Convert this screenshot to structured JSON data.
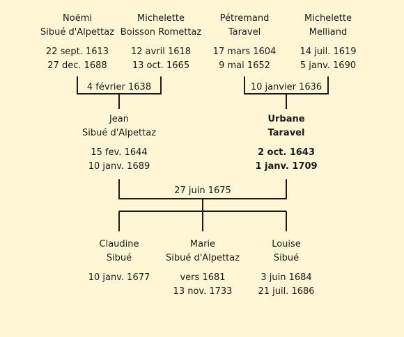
{
  "theme": {
    "background": "#fff6d6",
    "line": "#1a1a1a",
    "text": "#1a1a1a"
  },
  "people": {
    "noemi": {
      "first": "Noëmi",
      "last": "Sibué d'Alpettaz",
      "birth": "22 sept. 1613",
      "death": "27 dec. 1688"
    },
    "michelette_b": {
      "first": "Michelette",
      "last": "Boisson Romettaz",
      "birth": "12 avril 1618",
      "death": "13 oct. 1665"
    },
    "petremand": {
      "first": "Pétremand",
      "last": "Taravel",
      "birth": "17 mars 1604",
      "death": "9 mai 1652"
    },
    "michelette_m": {
      "first": "Michelette",
      "last": "Melliand",
      "birth": "14 juil. 1619",
      "death": "5 janv. 1690"
    },
    "jean": {
      "first": "Jean",
      "last": "Sibué d'Alpettaz",
      "birth": "15 fev. 1644",
      "death": "10 janv. 1689"
    },
    "urbane": {
      "first": "Urbane",
      "last": "Taravel",
      "birth": "2 oct. 1643",
      "death": "1 janv. 1709"
    },
    "claudine": {
      "first": "Claudine",
      "last": "Sibué",
      "birth": "10 janv. 1677",
      "death": ""
    },
    "marie": {
      "first": "Marie",
      "last": "Sibué d'Alpettaz",
      "birth": "vers 1681",
      "death": "13 nov. 1733"
    },
    "louise": {
      "first": "Louise",
      "last": "Sibué",
      "birth": "3 juin 1684",
      "death": "21 juil. 1686"
    }
  },
  "marriages": {
    "grandparents_paternal": {
      "date": "4 février 1638"
    },
    "grandparents_maternal": {
      "date": "10 janvier 1636"
    },
    "parents": {
      "date": "27 juin 1675"
    }
  }
}
